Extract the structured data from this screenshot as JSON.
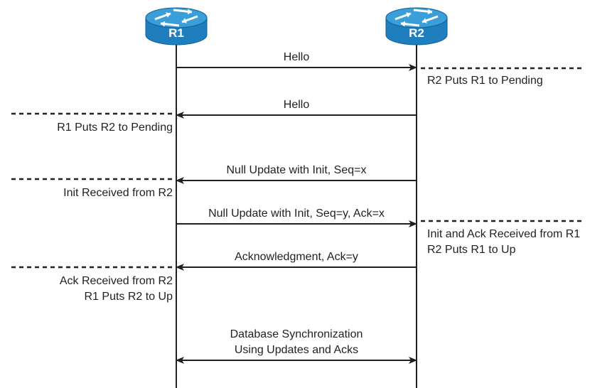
{
  "colors": {
    "router_body": "#1f7fbe",
    "router_top": "#3a9fd8",
    "router_dark": "#0f5f94",
    "line": "#231f20",
    "text": "#231f20"
  },
  "routers": [
    {
      "label": "R1",
      "icon": "router-icon"
    },
    {
      "label": "R2",
      "icon": "router-icon"
    }
  ],
  "messages": [
    {
      "label": "Hello",
      "direction": "right"
    },
    {
      "label": "Hello",
      "direction": "left"
    },
    {
      "label": "Null Update with Init, Seq=x",
      "direction": "left"
    },
    {
      "label": "Null Update with Init, Seq=y, Ack=x",
      "direction": "right"
    },
    {
      "label": "Acknowledgment, Ack=y",
      "direction": "left"
    },
    {
      "label_lines": [
        "Database Synchronization",
        "Using Updates and Acks"
      ],
      "direction": "both"
    }
  ],
  "notes": [
    {
      "side": "right",
      "lines": [
        "R2 Puts R1 to Pending"
      ]
    },
    {
      "side": "left",
      "lines": [
        "R1 Puts R2 to Pending"
      ]
    },
    {
      "side": "left",
      "lines": [
        "Init Received from R2"
      ]
    },
    {
      "side": "right",
      "lines": [
        "Init and Ack Received from R1",
        "R2 Puts R1 to Up"
      ]
    },
    {
      "side": "left",
      "lines": [
        "Ack Received from R2",
        "R1 Puts R2 to Up"
      ]
    }
  ]
}
